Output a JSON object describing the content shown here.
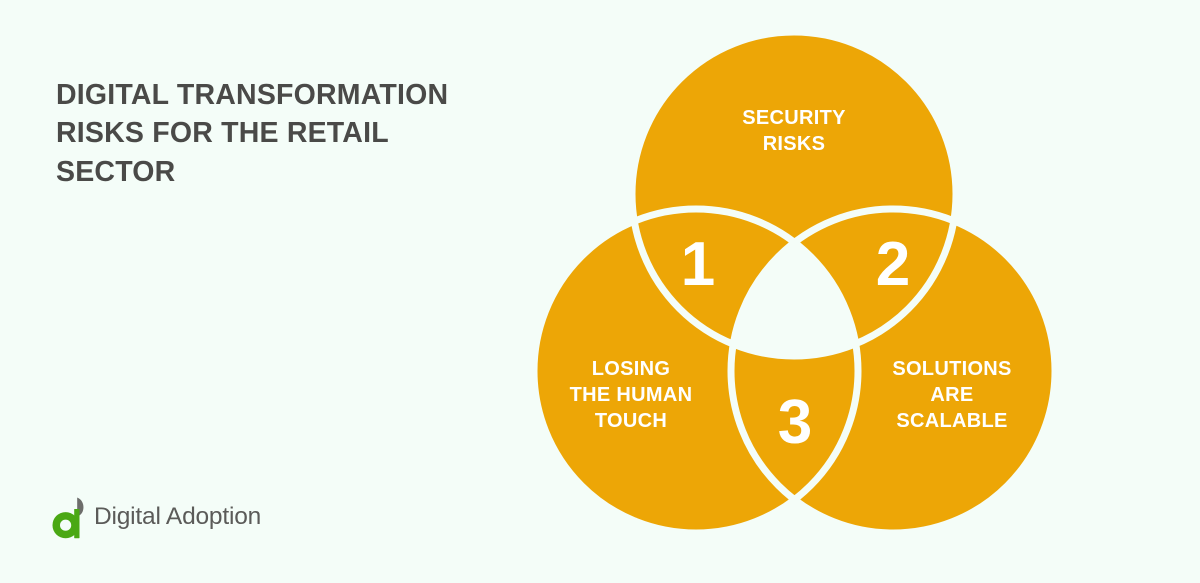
{
  "page": {
    "background_color": "#f4fdf8",
    "accent_color": "#eda606",
    "title_color": "#4a4a48",
    "label_color": "#ffffff"
  },
  "headline": {
    "text": "Digital Transformation Risks For The Retail Sector",
    "display": "DIGITAL TRANSFORMATION\nRISKS FOR THE RETAIL\nSECTOR"
  },
  "logo": {
    "mark_name": "digital-adoption-a-mark",
    "mark_green": "#4aa814",
    "mark_gray": "#6d6d6b",
    "wordmark": "Digital Adoption"
  },
  "diagram": {
    "type": "venn-3-circle",
    "circles": [
      {
        "id": "top",
        "name": "security-risks",
        "label": "SECURITY\nRISKS",
        "line1": "SECURITY",
        "line2": "RISKS",
        "fill": "#eda606"
      },
      {
        "id": "bottom-left",
        "name": "losing-the-human-touch",
        "label": "LOSING\nTHE HUMAN\nTOUCH",
        "line1": "LOSING",
        "line2": "THE HUMAN",
        "line3": "TOUCH",
        "fill": "#eda606"
      },
      {
        "id": "bottom-right",
        "name": "solutions-are-scalable",
        "label": "SOLUTIONS\nARE\nSCALABLE",
        "line1": "SOLUTIONS",
        "line2": "ARE",
        "line3": "SCALABLE",
        "fill": "#eda606"
      }
    ],
    "intersections": [
      {
        "id": "top-left",
        "number": "1"
      },
      {
        "id": "top-right",
        "number": "2"
      },
      {
        "id": "bottom",
        "number": "3"
      }
    ]
  }
}
